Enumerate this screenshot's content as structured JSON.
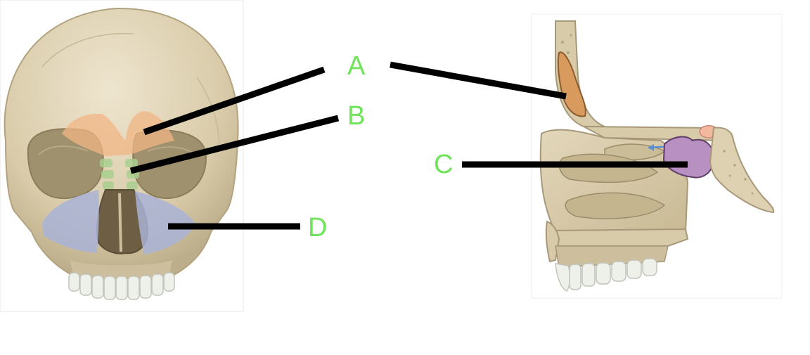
{
  "colors": {
    "label": "#6fe35a",
    "leader_line": "#000000",
    "bone": "#dccfb2",
    "bone_shadow": "#b9aa88",
    "frontal_sinus": "#f0b584",
    "ethmoid_sinus": "#a9cf8e",
    "maxillary_sinus": "#a9b3d6",
    "sphenoid_sinus": "#b990c2",
    "tooth": "#eef0ea",
    "panel_border": "#e4e4e4"
  },
  "figures": [
    {
      "name": "skull-anterior-view",
      "icon": "skull-front-icon"
    },
    {
      "name": "skull-sagittal-section",
      "icon": "skull-sagittal-icon"
    }
  ],
  "labels": {
    "a": "A",
    "b": "B",
    "c": "C",
    "d": "D"
  }
}
